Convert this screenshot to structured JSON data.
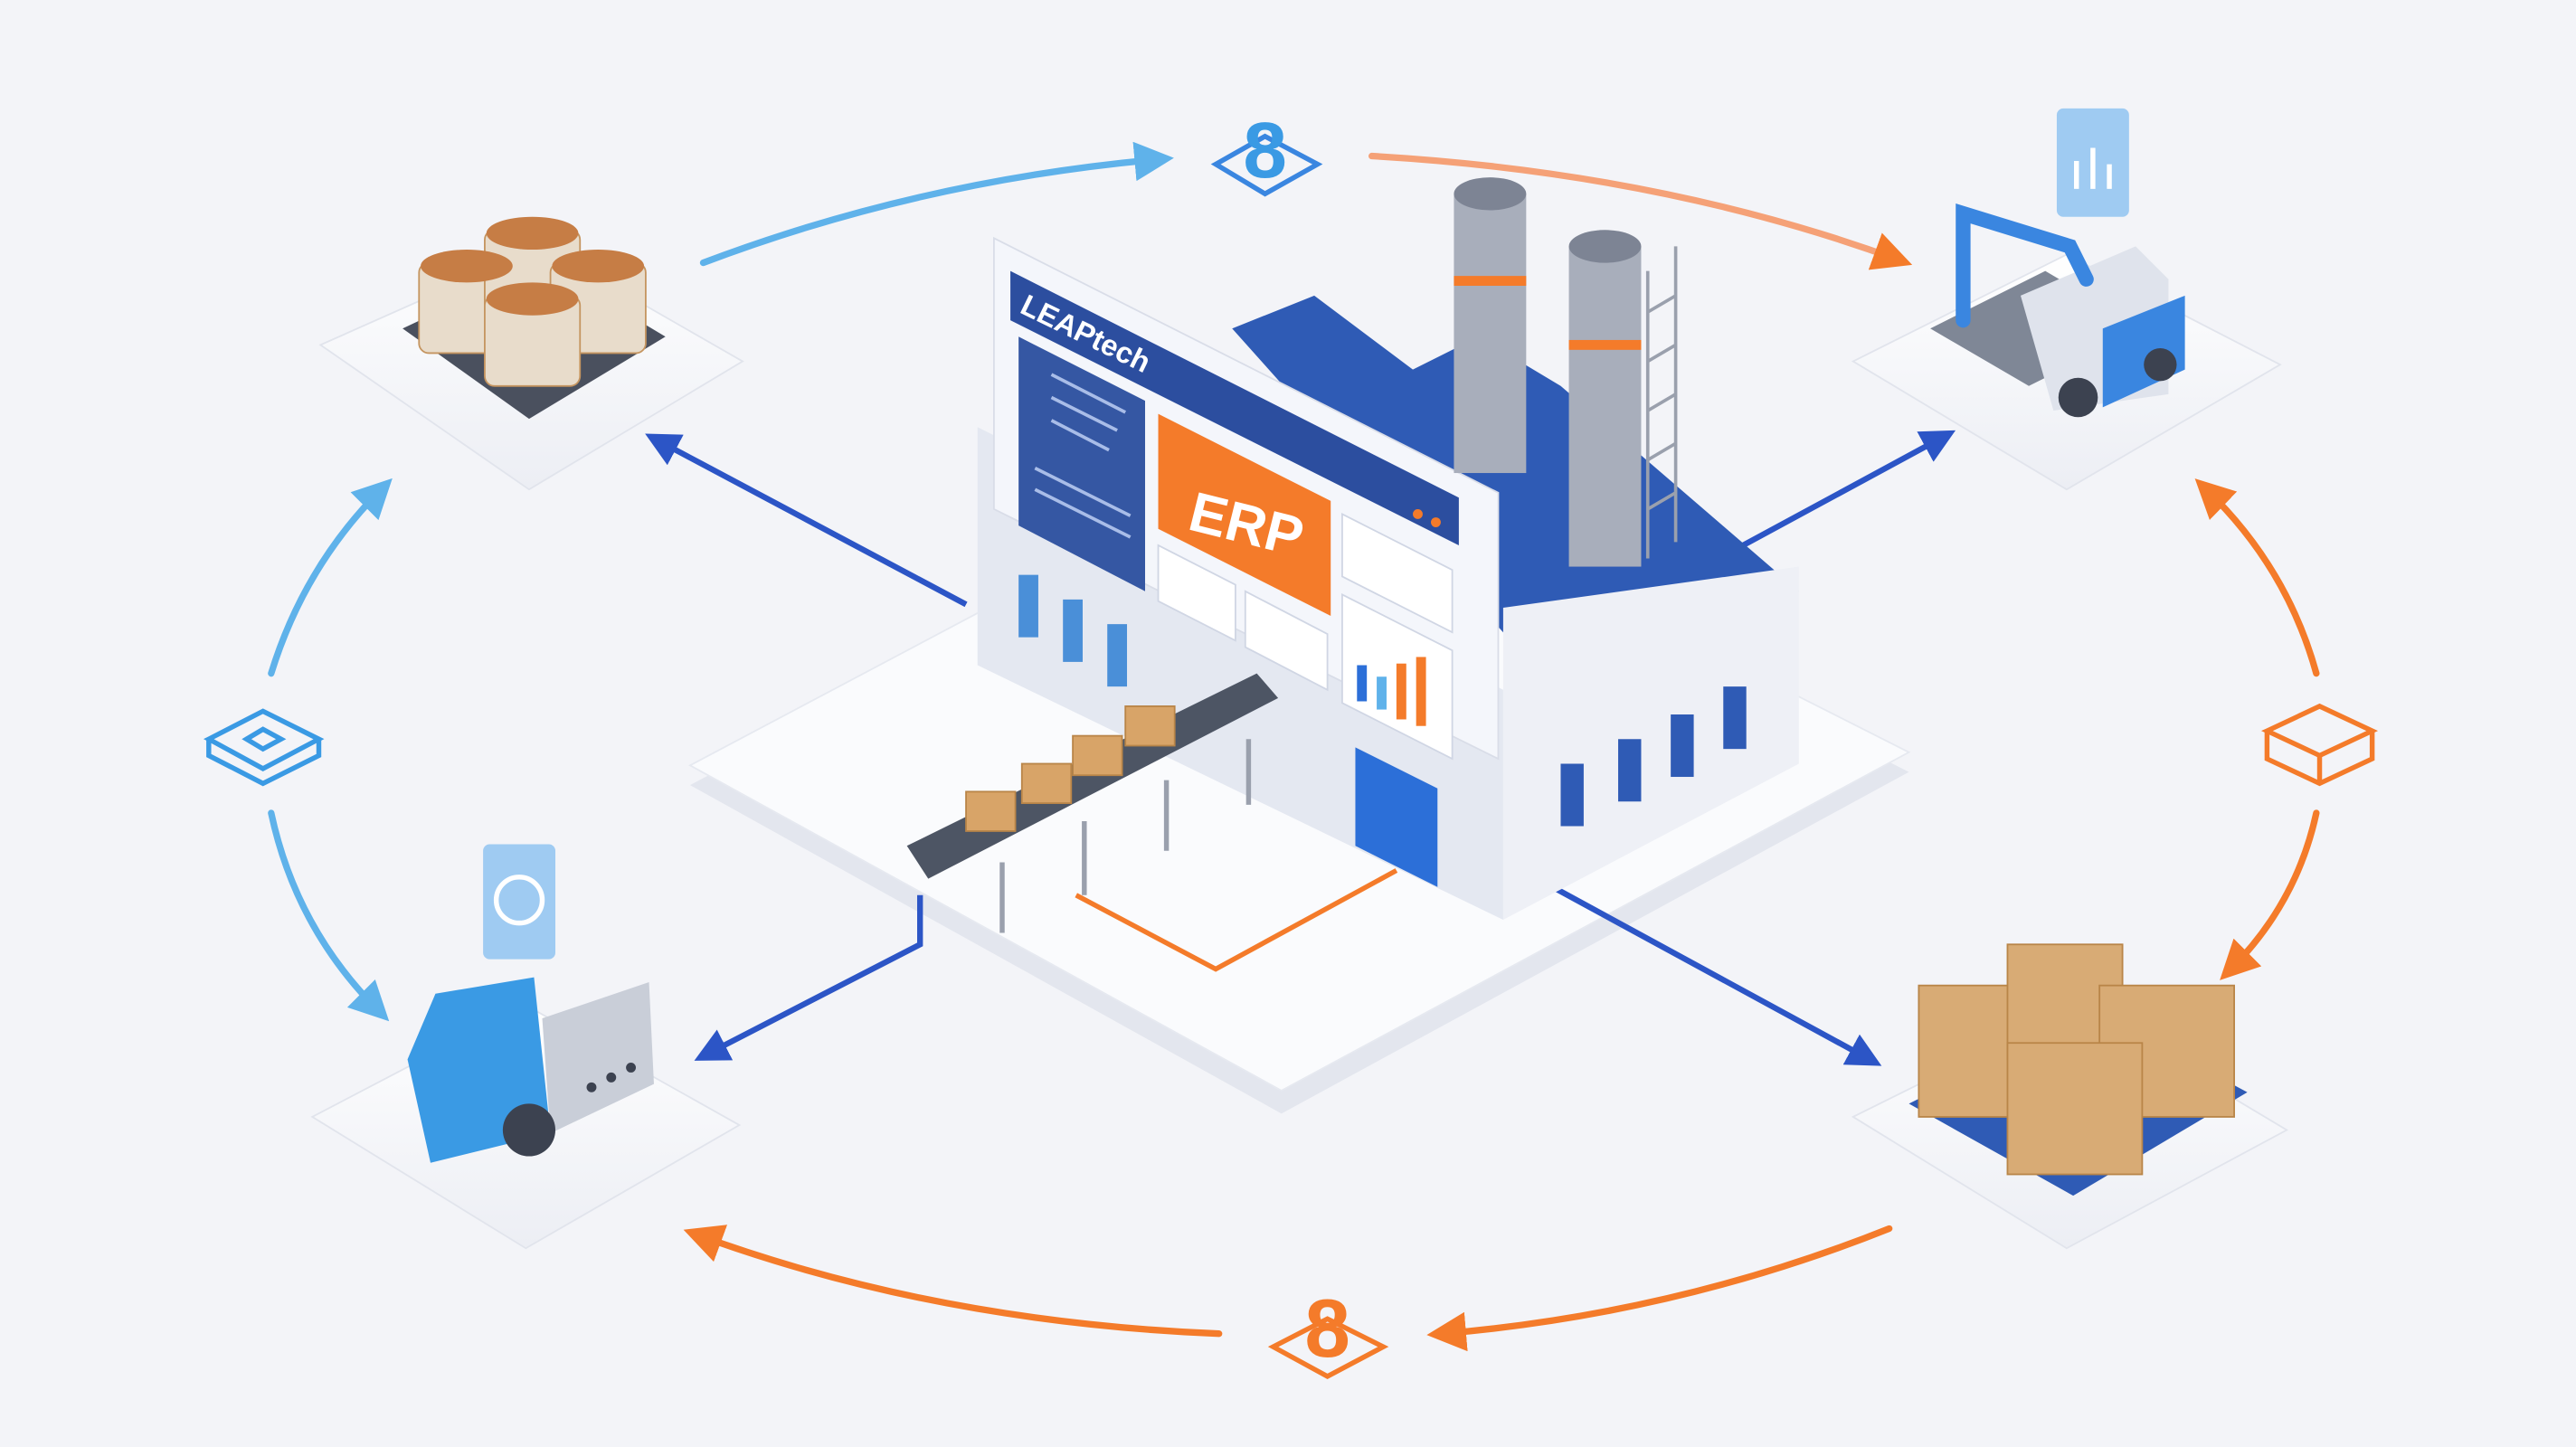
{
  "factory": {
    "brand": "LEAPtech",
    "screen_label": "ERP"
  },
  "cycle_icons": {
    "top": "8",
    "bottom": "8"
  },
  "nodes": [
    {
      "id": "raw-materials",
      "icon": "pallet-of-sacks"
    },
    {
      "id": "logistics-truck",
      "icon": "robot-arm-truck"
    },
    {
      "id": "finished-goods",
      "icon": "pallet-of-boxes"
    },
    {
      "id": "forklift",
      "icon": "forklift"
    }
  ],
  "colors": {
    "background": "#f3f4f8",
    "blue_primary": "#2c55c6",
    "blue_light": "#5fb2ea",
    "orange": "#f47b2a",
    "navy": "#2f4f9b"
  }
}
